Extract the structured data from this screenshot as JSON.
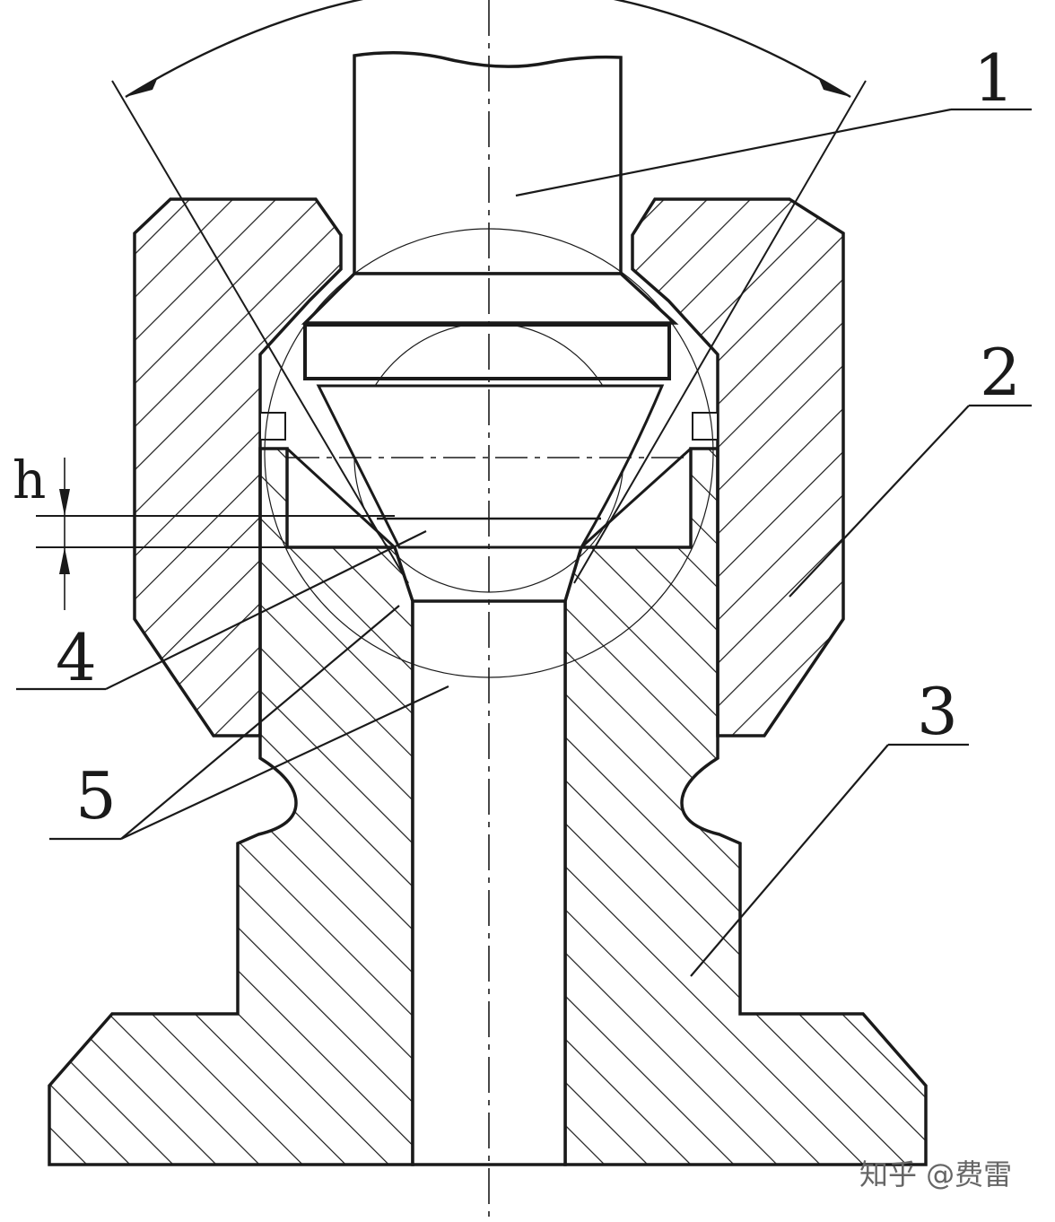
{
  "diagram": {
    "callouts": {
      "c1": "1",
      "c2": "2",
      "c3": "3",
      "c4": "4",
      "c5": "5",
      "h": "h"
    },
    "watermark": "知乎 @费雷"
  },
  "colors": {
    "line": "#1a1a1a",
    "hatch": "#1a1a1a",
    "background": "#ffffff",
    "watermark": "#666666"
  }
}
